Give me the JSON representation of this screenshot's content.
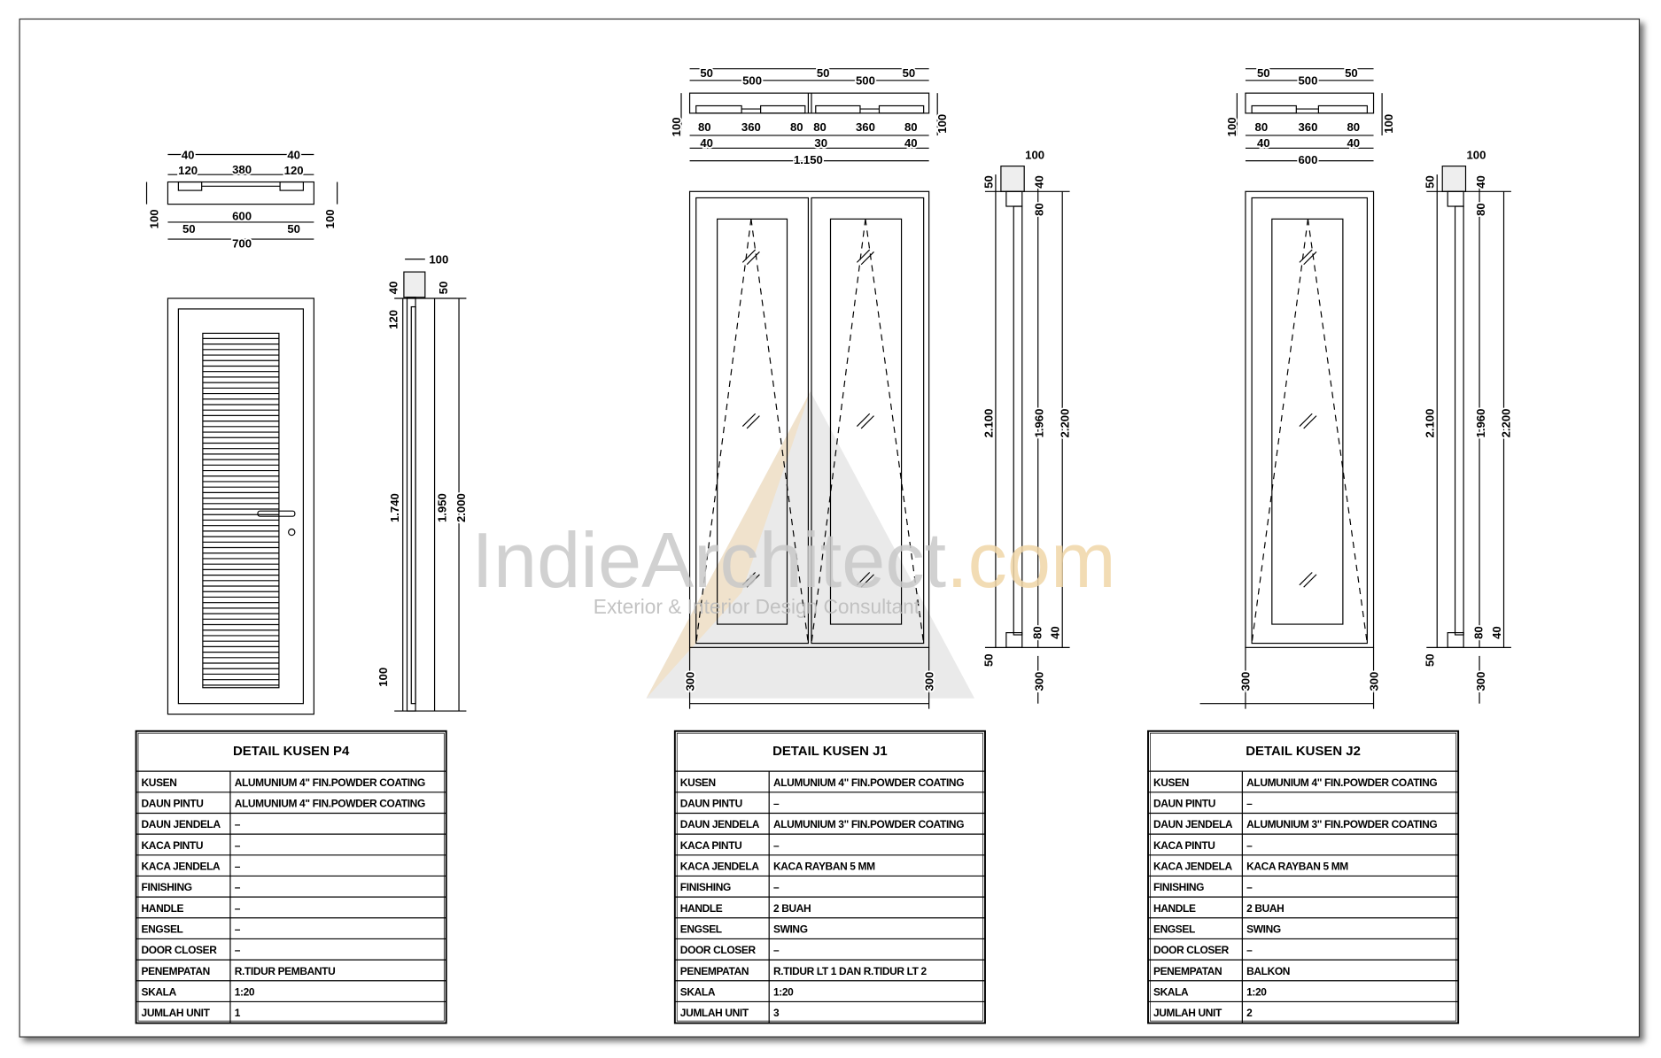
{
  "watermark": {
    "brand_main": "IndieArchitect",
    "brand_suffix": ".com",
    "tagline": "Exterior & Interior Design Consultant",
    "colors": {
      "gray": "#c9c9c9",
      "accent": "#f3dcb8"
    }
  },
  "dims": {
    "p4_plan": [
      "40",
      "120",
      "380",
      "40",
      "120",
      "100",
      "600",
      "50",
      "50",
      "700",
      "100"
    ],
    "p4_side": [
      "100",
      "40",
      "50",
      "120",
      "1.740",
      "1.950",
      "2.000",
      "100"
    ],
    "j1_plan": [
      "50",
      "500",
      "50",
      "500",
      "50",
      "100",
      "80",
      "360",
      "80",
      "80",
      "360",
      "80",
      "100",
      "40",
      "30",
      "40",
      "1.150"
    ],
    "j1_side": [
      "100",
      "50",
      "40",
      "80",
      "2.100",
      "1.960",
      "2.200",
      "80",
      "40",
      "50",
      "300",
      "300",
      "300"
    ],
    "j2_plan": [
      "50",
      "500",
      "50",
      "100",
      "80",
      "360",
      "80",
      "100",
      "40",
      "40",
      "600"
    ],
    "j2_side": [
      "100",
      "50",
      "40",
      "80",
      "2.100",
      "1.960",
      "2.200",
      "80",
      "40",
      "50",
      "300",
      "300",
      "300"
    ]
  },
  "tables": [
    {
      "title": "DETAIL KUSEN P4",
      "rows": [
        [
          "KUSEN",
          "ALUMUNIUM 4\" FIN.POWDER COATING"
        ],
        [
          "DAUN PINTU",
          "ALUMUNIUM 4\" FIN.POWDER COATING"
        ],
        [
          "DAUN JENDELA",
          "–"
        ],
        [
          "KACA PINTU",
          "–"
        ],
        [
          "KACA JENDELA",
          "–"
        ],
        [
          "FINISHING",
          "–"
        ],
        [
          "HANDLE",
          "–"
        ],
        [
          "ENGSEL",
          "–"
        ],
        [
          "DOOR CLOSER",
          "–"
        ],
        [
          "PENEMPATAN",
          "R.TIDUR PEMBANTU"
        ],
        [
          "SKALA",
          "1:20"
        ],
        [
          "JUMLAH UNIT",
          "1"
        ]
      ]
    },
    {
      "title": "DETAIL KUSEN J1",
      "rows": [
        [
          "KUSEN",
          "ALUMUNIUM 4\" FIN.POWDER COATING"
        ],
        [
          "DAUN PINTU",
          "–"
        ],
        [
          "DAUN JENDELA",
          "ALUMUNIUM 3\" FIN.POWDER COATING"
        ],
        [
          "KACA PINTU",
          "–"
        ],
        [
          "KACA JENDELA",
          "KACA RAYBAN 5 MM"
        ],
        [
          "FINISHING",
          "–"
        ],
        [
          "HANDLE",
          "2 BUAH"
        ],
        [
          "ENGSEL",
          "SWING"
        ],
        [
          "DOOR CLOSER",
          "–"
        ],
        [
          "PENEMPATAN",
          "R.TIDUR LT 1 DAN R.TIDUR LT 2"
        ],
        [
          "SKALA",
          "1:20"
        ],
        [
          "JUMLAH UNIT",
          "3"
        ]
      ]
    },
    {
      "title": "DETAIL KUSEN J2",
      "rows": [
        [
          "KUSEN",
          "ALUMUNIUM 4\" FIN.POWDER COATING"
        ],
        [
          "DAUN PINTU",
          "–"
        ],
        [
          "DAUN JENDELA",
          "ALUMUNIUM 3\" FIN.POWDER COATING"
        ],
        [
          "KACA PINTU",
          "–"
        ],
        [
          "KACA JENDELA",
          "KACA RAYBAN 5 MM"
        ],
        [
          "FINISHING",
          "–"
        ],
        [
          "HANDLE",
          "2 BUAH"
        ],
        [
          "ENGSEL",
          "SWING"
        ],
        [
          "DOOR CLOSER",
          "–"
        ],
        [
          "PENEMPATAN",
          "BALKON"
        ],
        [
          "SKALA",
          "1:20"
        ],
        [
          "JUMLAH UNIT",
          "2"
        ]
      ]
    }
  ]
}
